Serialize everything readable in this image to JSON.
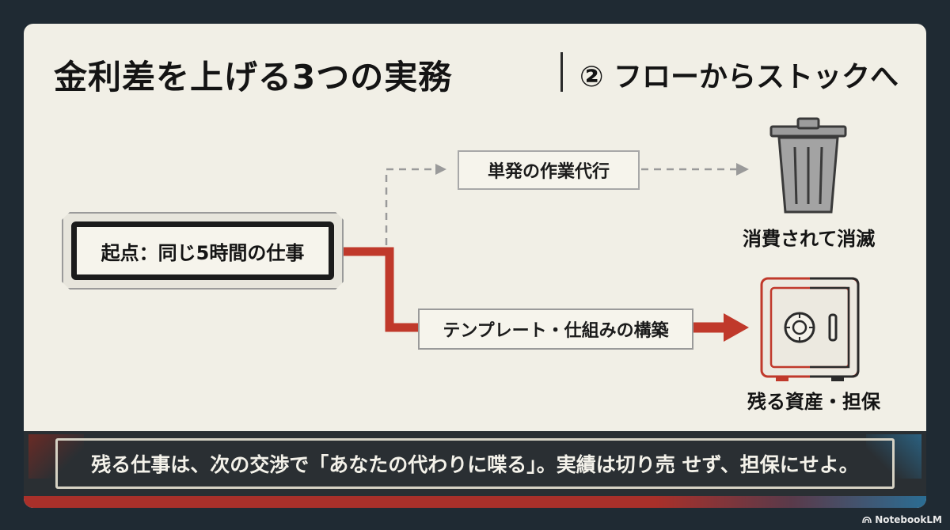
{
  "title": "金利差を上げる3つの実務",
  "subtitle": "② フローからストックへ",
  "start_node": "起点：同じ5時間の仕事",
  "flow_top": {
    "label": "単発の作業代行",
    "result": "消費されて消滅",
    "result_icon": "trash-can-icon"
  },
  "flow_bottom": {
    "label": "テンプレート・仕組みの構築",
    "result": "残る資産・担保",
    "result_icon": "safe-icon"
  },
  "banner": "残る仕事は、次の交渉で「あなたの代わりに喋る」。実績は切り売 せず、担保にせよ。",
  "badge": "NotebookLM",
  "colors": {
    "accent_red": "#c0392b",
    "dark": "#1b1b1b",
    "background": "#f1efe6",
    "frame": "#1f2a33"
  }
}
